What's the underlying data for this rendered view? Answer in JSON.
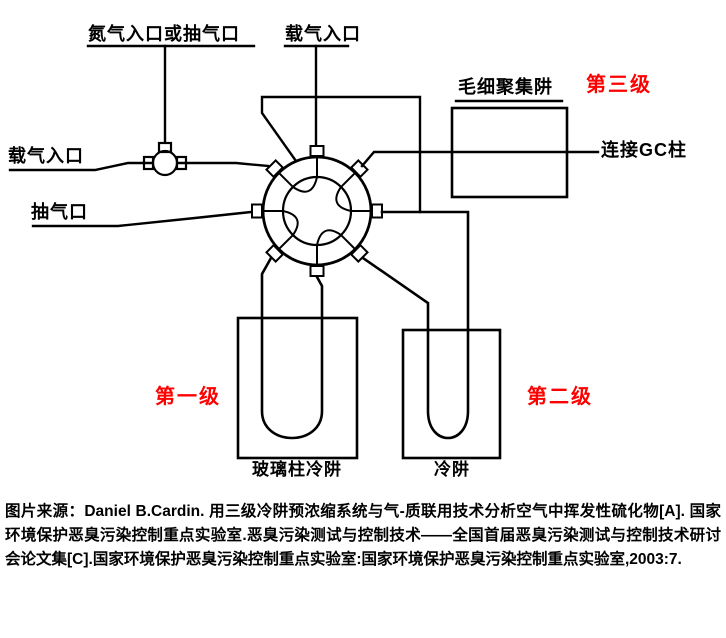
{
  "diagram": {
    "labels": {
      "nitrogen_or_pump_inlet": "氮气入口或抽气口",
      "carrier_gas_inlet_top": "载气入口",
      "carrier_gas_inlet_left": "载气入口",
      "pump_outlet": "抽气口",
      "capillary_focusing_trap": "毛细聚集阱",
      "connect_gc_column": "连接GC柱",
      "glass_column_cold_trap": "玻璃柱冷阱",
      "cold_trap": "冷阱"
    },
    "stages": {
      "stage1": "第一级",
      "stage2": "第二级",
      "stage3": "第三级"
    },
    "colors": {
      "stage_label": "#ff0000",
      "line": "#000000"
    }
  },
  "caption": "图片来源：Daniel B.Cardin. 用三级冷阱预浓缩系统与气-质联用技术分析空气中挥发性硫化物[A]. 国家环境保护恶臭污染控制重点实验室.恶臭污染测试与控制技术——全国首届恶臭污染测试与控制技术研讨会论文集[C].国家环境保护恶臭污染控制重点实验室:国家环境保护恶臭污染控制重点实验室,2003:7."
}
